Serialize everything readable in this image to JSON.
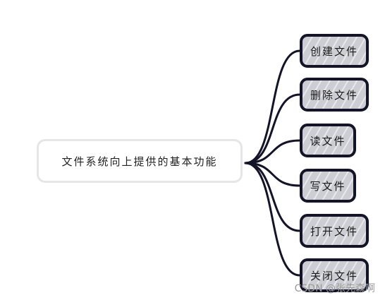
{
  "root": {
    "label": "文件系统向上提供的基本功能"
  },
  "leaves": [
    {
      "id": "create",
      "label": "创建文件"
    },
    {
      "id": "delete",
      "label": "删除文件"
    },
    {
      "id": "read",
      "label": "读文件"
    },
    {
      "id": "write",
      "label": "写文件"
    },
    {
      "id": "open",
      "label": "打开文件"
    },
    {
      "id": "close",
      "label": "关闭文件"
    }
  ],
  "watermark": "CSDN @张先森啊",
  "colors": {
    "connector": "#141428",
    "leaf_fill": "#cdcdd4",
    "root_border": "#e6e6e6"
  }
}
